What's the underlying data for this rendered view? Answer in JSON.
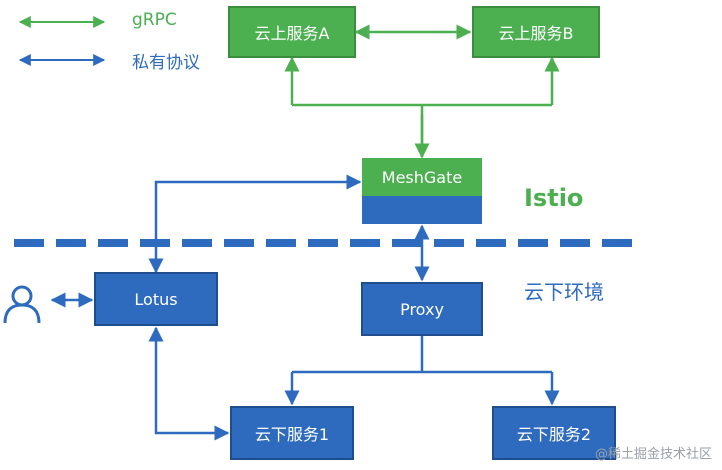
{
  "legend": {
    "grpc": "gRPC",
    "private_protocol": "私有协议"
  },
  "nodes": {
    "cloud_service_a": "云上服务A",
    "cloud_service_b": "云上服务B",
    "meshgate": "MeshGate",
    "lotus": "Lotus",
    "proxy": "Proxy",
    "local_service_1": "云下服务1",
    "local_service_2": "云下服务2"
  },
  "zones": {
    "istio": "Istio",
    "on_prem": "云下环境"
  },
  "colors": {
    "green": "#4caf50",
    "blue": "#2e6bbf",
    "istio_text": "#4caf50",
    "on_prem_text": "#2e6bbf"
  },
  "icons": {
    "user": "user-icon"
  },
  "watermark": "@稀土掘金技术社区"
}
